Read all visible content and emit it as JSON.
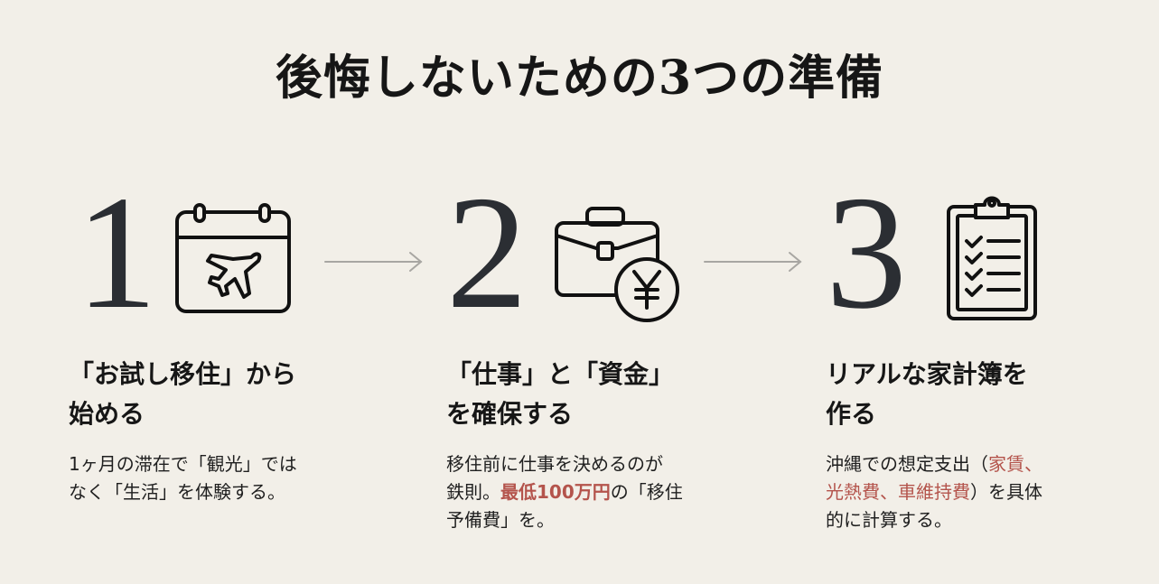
{
  "title": "後悔しないための3つの準備",
  "colors": {
    "background": "#f2efe8",
    "text": "#1f1f1f",
    "number": "#2b2e33",
    "highlight": "#b4544c",
    "arrow": "#a8a6a2"
  },
  "steps": [
    {
      "number": "1",
      "icon": "calendar-airplane-icon",
      "heading_line1": "「お試し移住」から",
      "heading_line2": "始める",
      "desc_part1": "1ヶ月の滞在で「観光」では",
      "desc_part2": "なく「生活」を体験する。"
    },
    {
      "number": "2",
      "icon": "briefcase-yen-icon",
      "heading_line1": "「仕事」と「資金」",
      "heading_line2": "を確保する",
      "desc_part1": "移住前に仕事を決めるのが",
      "desc_part2": "鉄則。",
      "desc_highlight": "最低100万円",
      "desc_part3": "の「移住",
      "desc_part4": "予備費」を。"
    },
    {
      "number": "3",
      "icon": "clipboard-checklist-icon",
      "heading_line1": "リアルな家計簿を",
      "heading_line2": "作る",
      "desc_part1": "沖縄での想定支出（",
      "desc_highlight1": "家賃、",
      "desc_highlight2": "光熱費、車維持費",
      "desc_part2": "）を具体",
      "desc_part3": "的に計算する。"
    }
  ],
  "arrows": [
    "arrow-right-icon",
    "arrow-right-icon"
  ]
}
